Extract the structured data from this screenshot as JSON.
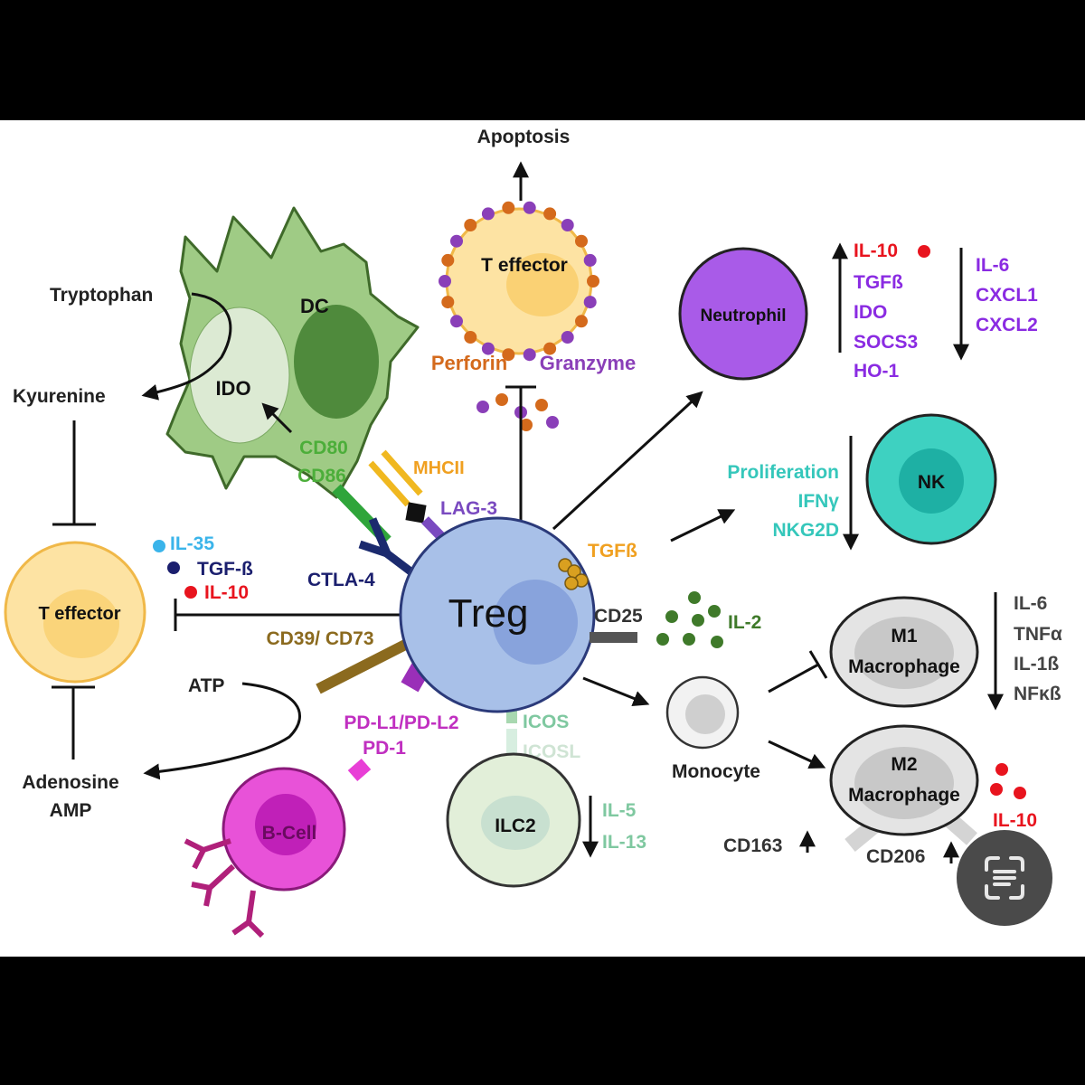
{
  "labels": {
    "apoptosis": "Apoptosis",
    "t_effector_top": "T effector",
    "perforin": "Perforin",
    "granzyme": "Granzyme",
    "tryptophan": "Tryptophan",
    "dc": "DC",
    "ido_dc": "IDO",
    "kyurenine": "Kyurenine",
    "cd80": "CD80",
    "cd86": "CD86",
    "mhcii": "MHCII",
    "lag3": "LAG-3",
    "ctla4": "CTLA-4",
    "il35": "IL-35",
    "tgfb_left": "TGF-ß",
    "il10_left": "IL-10",
    "t_effector_left": "T effector",
    "cd39_cd73": "CD39/ CD73",
    "treg": "Treg",
    "tgfb_mid": "TGFß",
    "cd25": "CD25",
    "il2": "IL-2",
    "atp": "ATP",
    "adenosine": "Adenosine",
    "amp": "AMP",
    "pdl": "PD-L1/PD-L2",
    "pd1": "PD-1",
    "bcell": "B-Cell",
    "icos": "ICOS",
    "icosl": "ICOSL",
    "ilc2": "ILC2",
    "il5": "IL-5",
    "il13": "IL-13",
    "monocyte": "Monocyte",
    "neutrophil": "Neutrophil",
    "neut_up": [
      "IL-10",
      "TGFß",
      "IDO",
      "SOCS3",
      "HO-1"
    ],
    "neut_down": [
      "IL-6",
      "CXCL1",
      "CXCL2"
    ],
    "nk": "NK",
    "nk_items": [
      "Proliferation",
      "IFNγ",
      "NKG2D"
    ],
    "m1_line1": "M1",
    "m1_line2": "Macrophage",
    "m1_items": [
      "IL-6",
      "TNFα",
      "IL-1ß",
      "NFκß"
    ],
    "m2_line1": "M2",
    "m2_line2": "Macrophage",
    "il10_m2": "IL-10",
    "cd163": "CD163",
    "cd206": "CD206"
  },
  "colors": {
    "dc": "#9fcb85",
    "dc_nucleus": "#4f8a3c",
    "t_effector": "#fbd67c",
    "treg": "#a8c0e8",
    "neutrophil": "#a95be8",
    "nk": "#3ed1c1",
    "bcell": "#e83fd6",
    "ilc2": "#e2efd9",
    "macrophage": "#e0e0e0",
    "purple_text": "#8a2be2",
    "teal_text": "#35c7bb",
    "red_text": "#e8141e",
    "green_text": "#4cae3a",
    "orange_text": "#f0a020",
    "navy_text": "#1b1f6e",
    "brown_text": "#8b6a1e",
    "magenta_text": "#c02fc0",
    "mint_text": "#7fc8a0",
    "dark_green_text": "#3f7a2a",
    "cyan_text": "#3ab4ea"
  },
  "lens_button_icon": "google-lens-icon"
}
